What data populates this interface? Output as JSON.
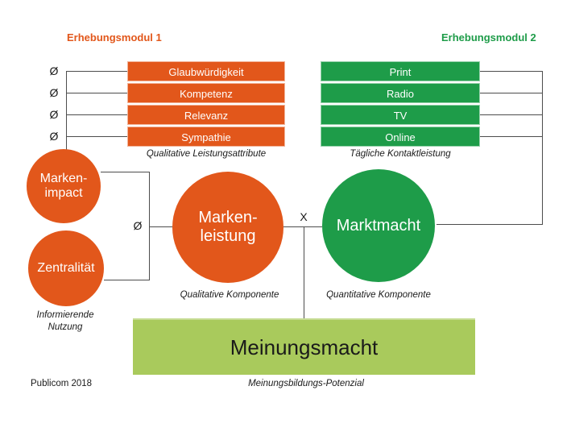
{
  "colors": {
    "orange": "#e2571b",
    "green": "#1e9c49",
    "light_green": "#a9ca5c",
    "line": "#4d4d4d",
    "text": "#1a1a1a"
  },
  "header": {
    "module1": "Erhebungsmodul 1",
    "module2": "Erhebungsmodul 2"
  },
  "attribute_bars": {
    "items": [
      "Glaubwürdigkeit",
      "Kompetenz",
      "Relevanz",
      "Sympathie"
    ],
    "caption": "Qualitative Leistungsattribute"
  },
  "media_bars": {
    "items": [
      "Print",
      "Radio",
      "TV",
      "Online"
    ],
    "caption": "Tägliche Kontaktleistung"
  },
  "symbols": {
    "average": "Ø",
    "multiply": "X"
  },
  "circles": {
    "markenimpact": {
      "line1": "Marken-",
      "line2": "impact"
    },
    "zentralitaet": {
      "label": "Zentralität"
    },
    "markenleistung": {
      "line1": "Marken-",
      "line2": "leistung",
      "caption": "Qualitative Komponente"
    },
    "marktmacht": {
      "label": "Marktmacht",
      "caption": "Quantitative Komponente"
    }
  },
  "left_caption": {
    "line1": "Informierende",
    "line2": "Nutzung"
  },
  "result_box": {
    "label": "Meinungsmacht",
    "caption": "Meinungsbildungs-Potenzial"
  },
  "footer": {
    "credit": "Publicom 2018"
  }
}
